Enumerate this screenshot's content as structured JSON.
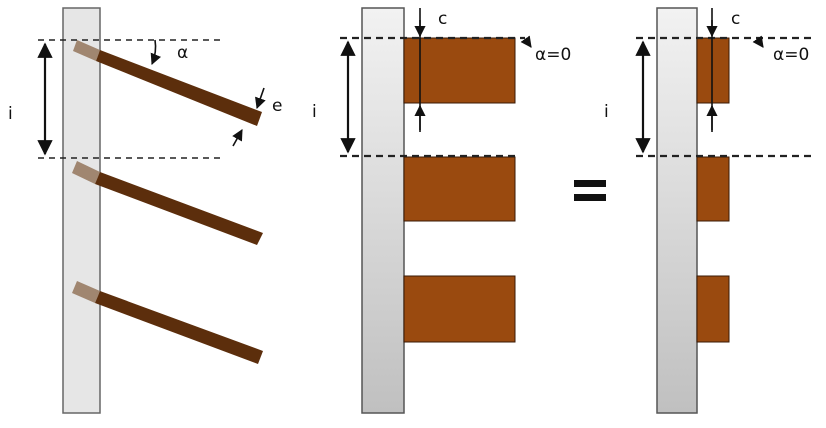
{
  "labels": {
    "alpha": "α",
    "e": "e",
    "i_left": "i",
    "i_middle": "i",
    "i_right": "i",
    "c_middle": "c",
    "c_right": "c",
    "alpha_zero_middle": "α=0",
    "alpha_zero_right": "α=0"
  },
  "colors": {
    "fin_inclined": "#5c2e0c",
    "fin_inclined_root": "#a08670",
    "fin_straight": "#9a4a0f",
    "wall_light": "#f1f1f1",
    "wall_dark": "#c4c4c4",
    "stroke": "#222222"
  },
  "symbols": {
    "equals": "equals-sign"
  }
}
